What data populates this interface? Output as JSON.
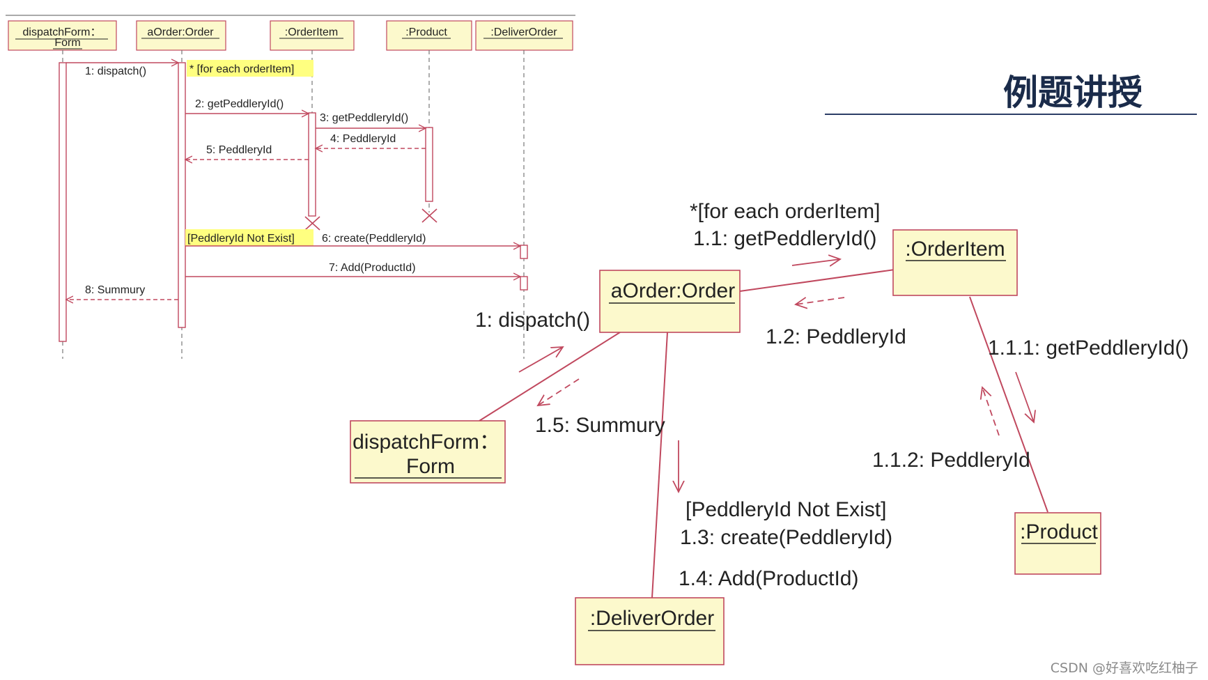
{
  "slide": {
    "title": "例题讲授",
    "watermark": "CSDN @好喜欢吃红柚子"
  },
  "colors": {
    "box_fill": "#fcf9cc",
    "box_stroke": "#c0485e",
    "line": "#c0485e",
    "note_fill": "#ffff80",
    "title": "#1a2b4a",
    "title_rule": "#2b3d66"
  },
  "sequence": {
    "objects": {
      "form_line1": "dispatchForm：",
      "form_line2": "Form",
      "order": "aOrder:Order",
      "orderitem": ":OrderItem",
      "product": ":Product",
      "deliver": ":DeliverOrder"
    },
    "note_loop": "* [for each orderItem]",
    "note_guard": "[PeddleryId Not Exist]",
    "messages": {
      "m1": "1: dispatch()",
      "m2": "2: getPeddleryId()",
      "m3": "3: getPeddleryId()",
      "m4": "4: PeddleryId",
      "m5": "5: PeddleryId",
      "m6": "6: create(PeddleryId)",
      "m7": "7: Add(ProductId)",
      "m8": "8: Summury"
    }
  },
  "collaboration": {
    "objects": {
      "order": "aOrder:Order",
      "orderitem": ":OrderItem",
      "product": ":Product",
      "deliver": ":DeliverOrder",
      "form_line1": "dispatchForm：",
      "form_line2": "Form"
    },
    "labels": {
      "loop": "*[for each orderItem]",
      "m11": "1.1: getPeddleryId()",
      "m12": "1.2: PeddleryId",
      "m111": "1.1.1: getPeddleryId()",
      "m112": "1.1.2: PeddleryId",
      "m1": "1: dispatch()",
      "m15": "1.5: Summury",
      "guard": "[PeddleryId Not Exist]",
      "m13": "1.3: create(PeddleryId)",
      "m14": "1.4: Add(ProductId)"
    }
  }
}
